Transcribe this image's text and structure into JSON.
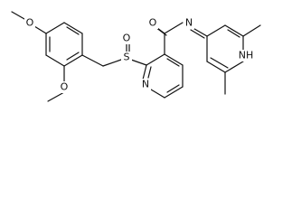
{
  "diagram_type": "chemical-structure",
  "atoms": {
    "methoxy_o_top": "O",
    "methoxy_o_bottom": "O",
    "sulfinyl_s": "S",
    "sulfinyl_o": "O",
    "amide_o": "O",
    "amide_n": "N",
    "pyridine_n": "N",
    "ring_nh": "NH"
  },
  "colors": {
    "bond": "#111111",
    "label": "#111111",
    "background": "#ffffff"
  }
}
